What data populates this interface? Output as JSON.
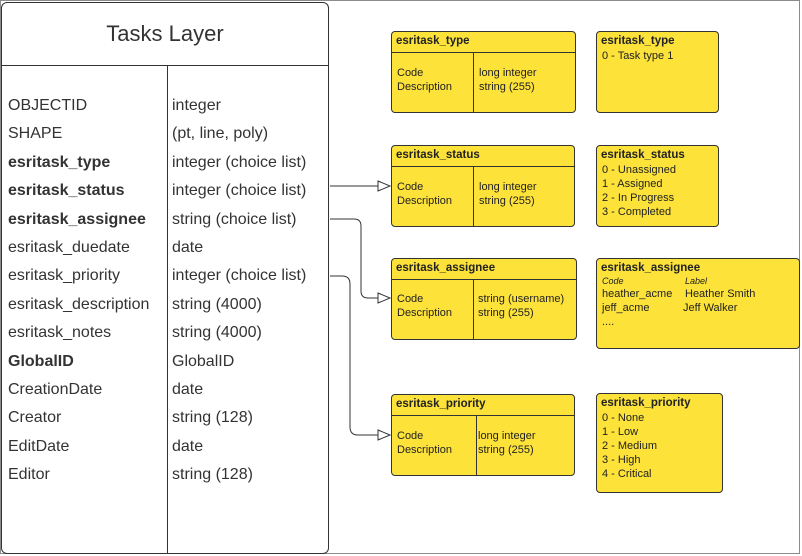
{
  "table": {
    "title": "Tasks Layer",
    "fields": [
      {
        "name": "OBJECTID",
        "type": "integer",
        "bold": false
      },
      {
        "name": "SHAPE",
        "type": "(pt, line, poly)",
        "bold": false
      },
      {
        "name": "esritask_type",
        "type": "integer (choice list)",
        "bold": true
      },
      {
        "name": "esritask_status",
        "type": "integer (choice list)",
        "bold": true
      },
      {
        "name": "esritask_assignee",
        "type": "string (choice list)",
        "bold": true
      },
      {
        "name": "esritask_duedate",
        "type": "date",
        "bold": false
      },
      {
        "name": "esritask_priority",
        "type": "integer (choice list)",
        "bold": false
      },
      {
        "name": "esritask_description",
        "type": "string (4000)",
        "bold": false
      },
      {
        "name": "esritask_notes",
        "type": "string (4000)",
        "bold": false
      },
      {
        "name": "GlobalID",
        "type": "GlobalID",
        "bold": true
      },
      {
        "name": "CreationDate",
        "type": "date",
        "bold": false
      },
      {
        "name": "Creator",
        "type": "string (128)",
        "bold": false
      },
      {
        "name": "EditDate",
        "type": "date",
        "bold": false
      },
      {
        "name": "Editor",
        "type": "string (128)",
        "bold": false
      }
    ]
  },
  "domains": {
    "type": {
      "title": "esritask_type",
      "code_label": "Code",
      "desc_label": "Description",
      "code_type": "long integer",
      "desc_type": "string (255)",
      "values_title": "esritask_type",
      "values": [
        "0 - Task type 1"
      ]
    },
    "status": {
      "title": "esritask_status",
      "code_label": "Code",
      "desc_label": "Description",
      "code_type": "long integer",
      "desc_type": "string (255)",
      "values_title": "esritask_status",
      "values": [
        "0 - Unassigned",
        "1 - Assigned",
        "2 - In Progress",
        "3 - Completed"
      ]
    },
    "assignee": {
      "title": "esritask_assignee",
      "code_label": "Code",
      "desc_label": "Description",
      "code_type": "string  (username)",
      "desc_type": "string (255)",
      "values_title": "esritask_assignee",
      "col_code": "Code",
      "col_label": "Label",
      "rows": [
        {
          "code": "heather_acme",
          "label": "Heather Smith"
        },
        {
          "code": "jeff_acme",
          "label": "Jeff Walker"
        }
      ],
      "more": "...."
    },
    "priority": {
      "title": "esritask_priority",
      "code_label": "Code",
      "desc_label": "Description",
      "code_type": "long integer",
      "desc_type": "string (255)",
      "values_title": "esritask_priority",
      "values": [
        "0 - None",
        "1 - Low",
        "2 - Medium",
        "3 - High",
        "4 - Critical"
      ]
    }
  },
  "colors": {
    "box_fill": "#fde23a",
    "line": "#333333"
  }
}
